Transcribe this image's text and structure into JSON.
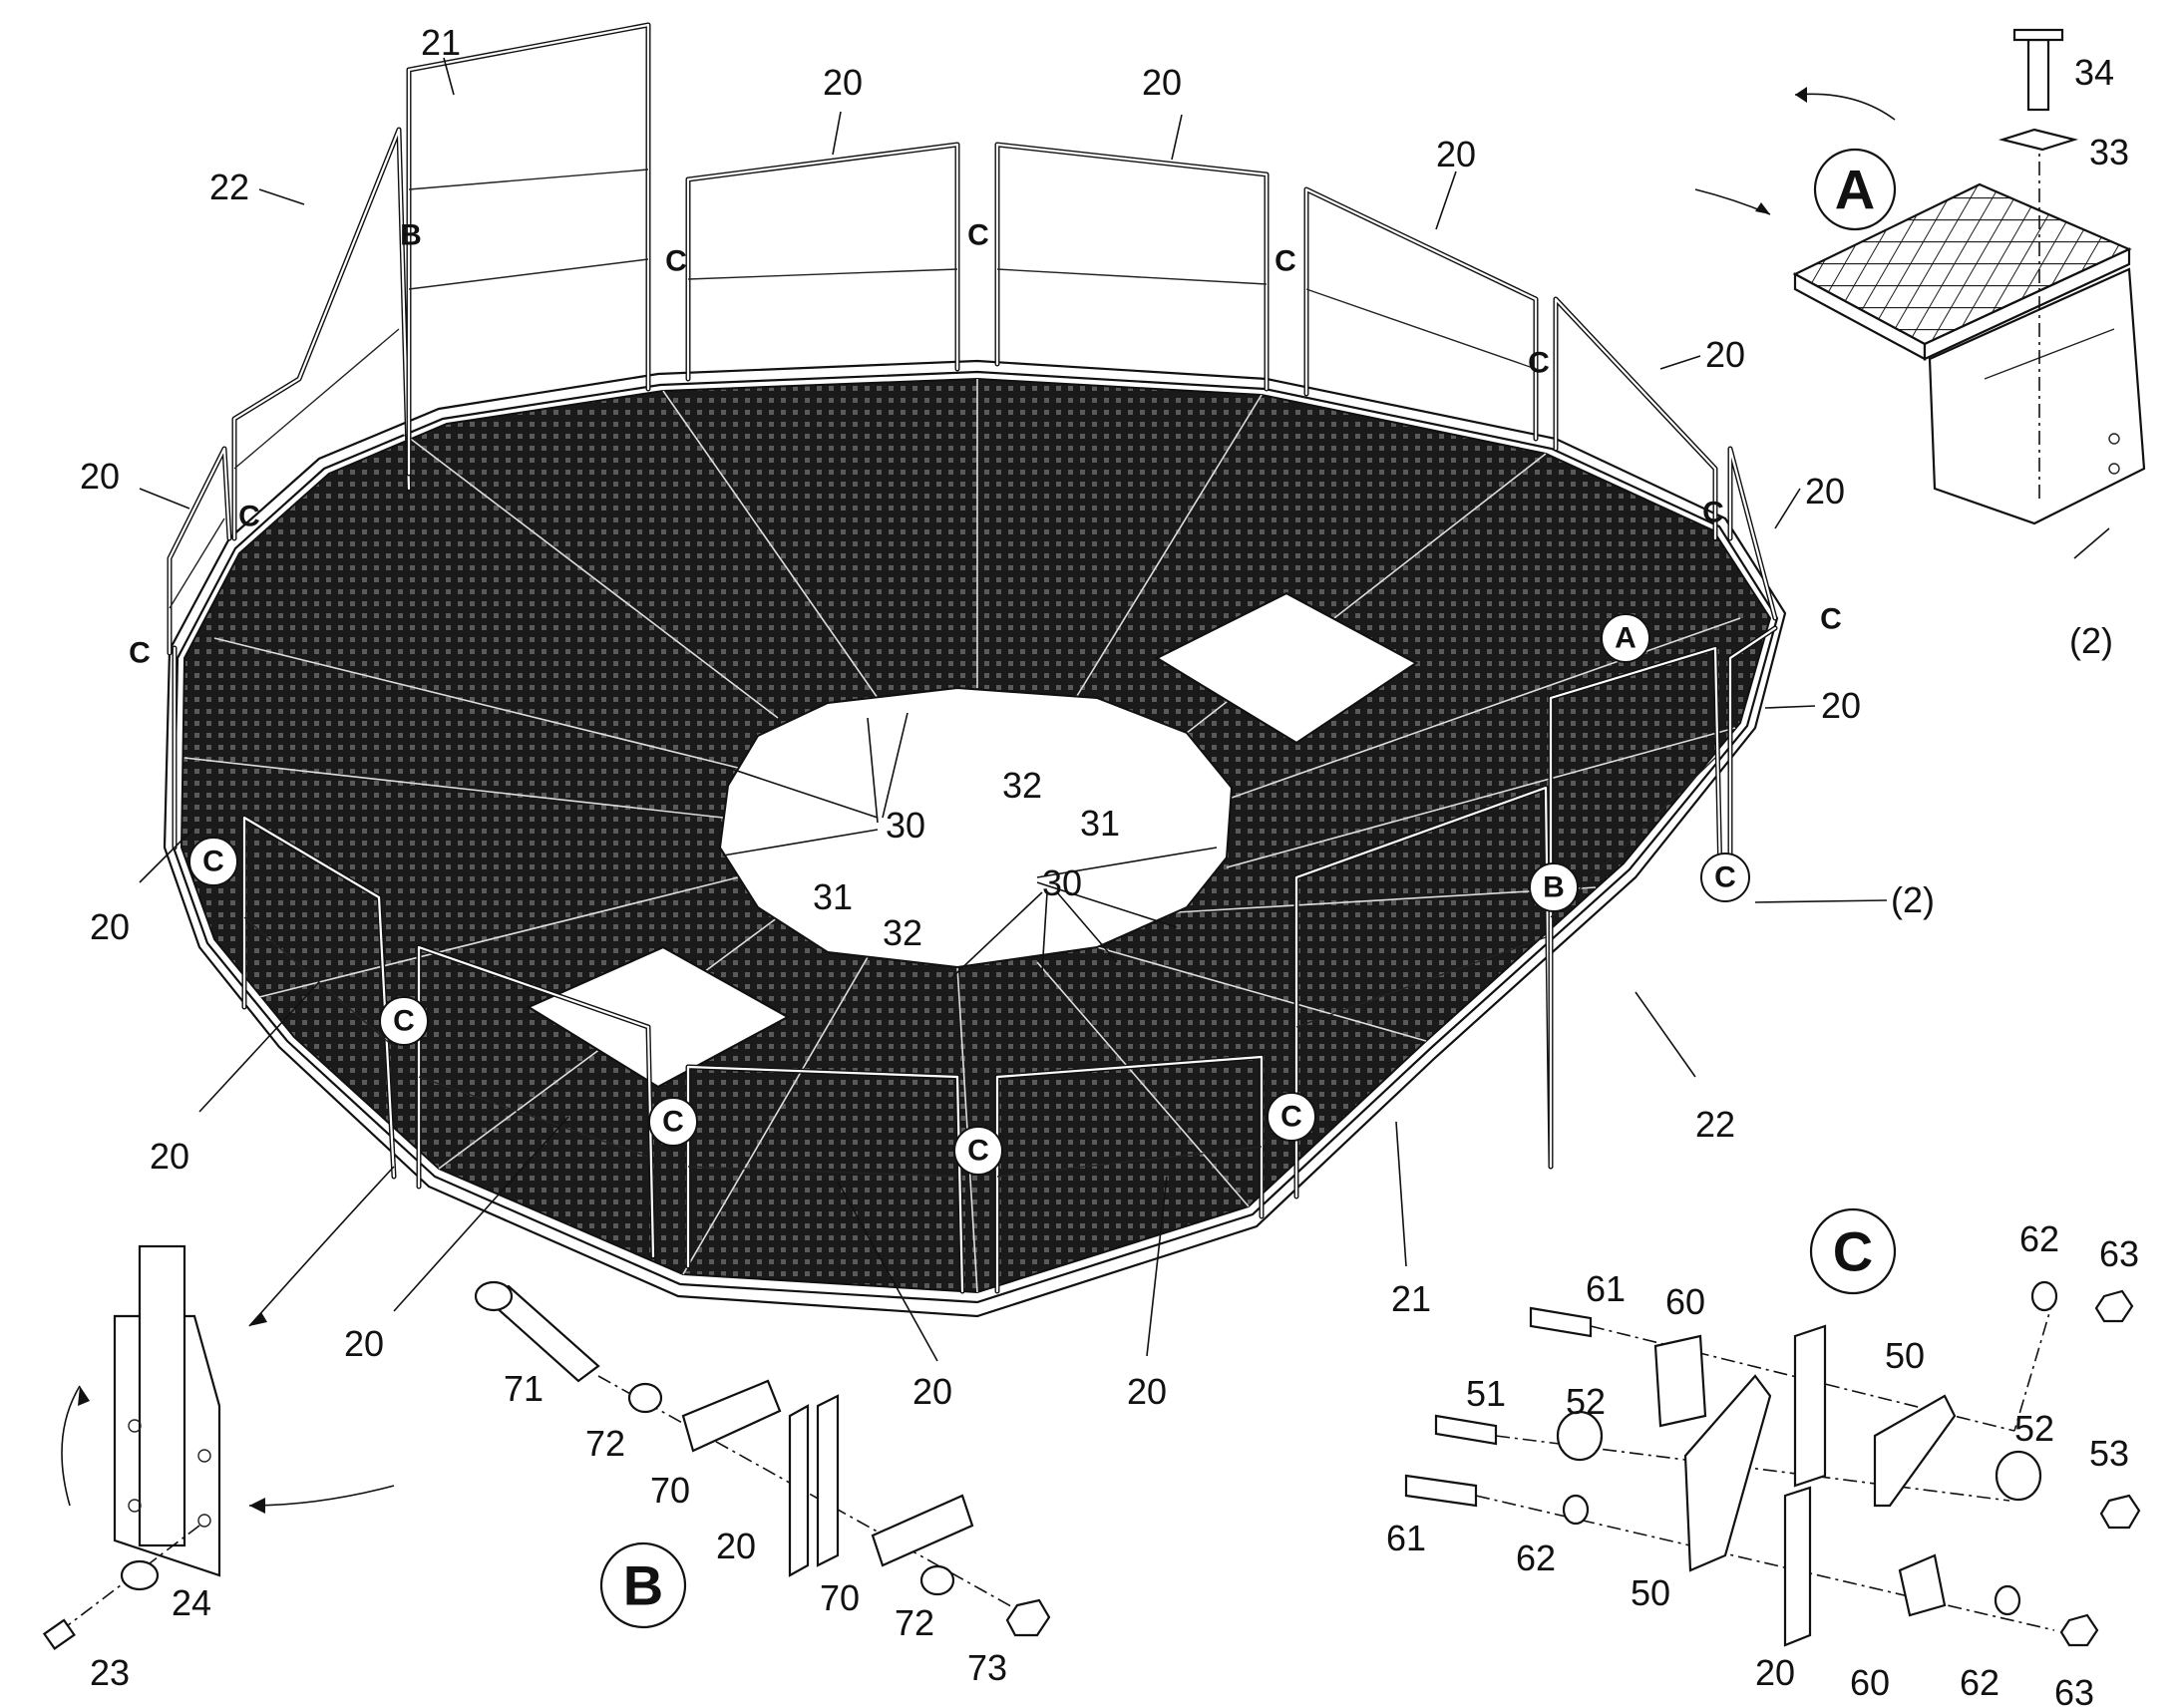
{
  "platform": {
    "callouts": {
      "rail_20": "20",
      "rail_21": "21",
      "rail_22": "22",
      "inner_30": "30",
      "inner_31": "31",
      "inner_32": "32",
      "ref_2": "(2)"
    },
    "markers": {
      "connector_c": "C",
      "connector_b": "B",
      "detail_a": "A"
    }
  },
  "detail_a": {
    "title": "A",
    "labels": {
      "screw": "34",
      "washer": "33",
      "bracket": "(2)"
    }
  },
  "detail_b": {
    "title": "B",
    "labels": {
      "post": "20",
      "bolt": "71",
      "washer": "72",
      "plate": "70",
      "nut": "73"
    }
  },
  "detail_c": {
    "title": "C",
    "labels": {
      "bolt_a": "61",
      "bolt_b": "51",
      "clamp_a": "60",
      "clamp_b": "50",
      "washer_a": "62",
      "washer_b": "52",
      "nut_a": "63",
      "nut_b": "53",
      "post": "20"
    }
  },
  "detail_foot": {
    "labels": {
      "bolt": "23",
      "washer": "24"
    }
  }
}
